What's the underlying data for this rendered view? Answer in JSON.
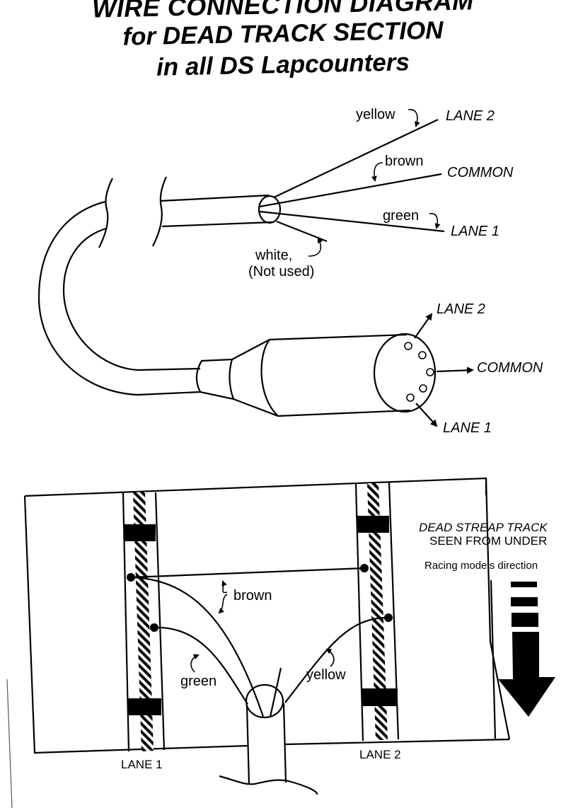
{
  "title": {
    "line1": "WIRE CONNECTION DIAGRAM",
    "line2": "for DEAD TRACK SECTION",
    "line3": "in all DS Lapcounters"
  },
  "cable_diagram": {
    "wires": [
      {
        "color_label": "yellow",
        "terminal": "LANE 2"
      },
      {
        "color_label": "brown",
        "terminal": "COMMON"
      },
      {
        "color_label": "green",
        "terminal": "LANE 1"
      },
      {
        "color_label": "white,",
        "note": "(Not used)"
      }
    ]
  },
  "connector": {
    "pins": [
      {
        "terminal": "LANE 2"
      },
      {
        "terminal": "COMMON"
      },
      {
        "terminal": "LANE 1"
      }
    ],
    "pin_count": 5
  },
  "track_diagram": {
    "heading_line1": "DEAD STREAP TRACK",
    "heading_line2": "SEEN FROM UNDER",
    "direction_label": "Racing models direction",
    "direction_icon": "down-arrow-icon",
    "wire_labels": {
      "brown": "brown",
      "green": "green",
      "yellow": "yellow"
    },
    "lane_labels": [
      "LANE 1",
      "LANE 2"
    ]
  }
}
